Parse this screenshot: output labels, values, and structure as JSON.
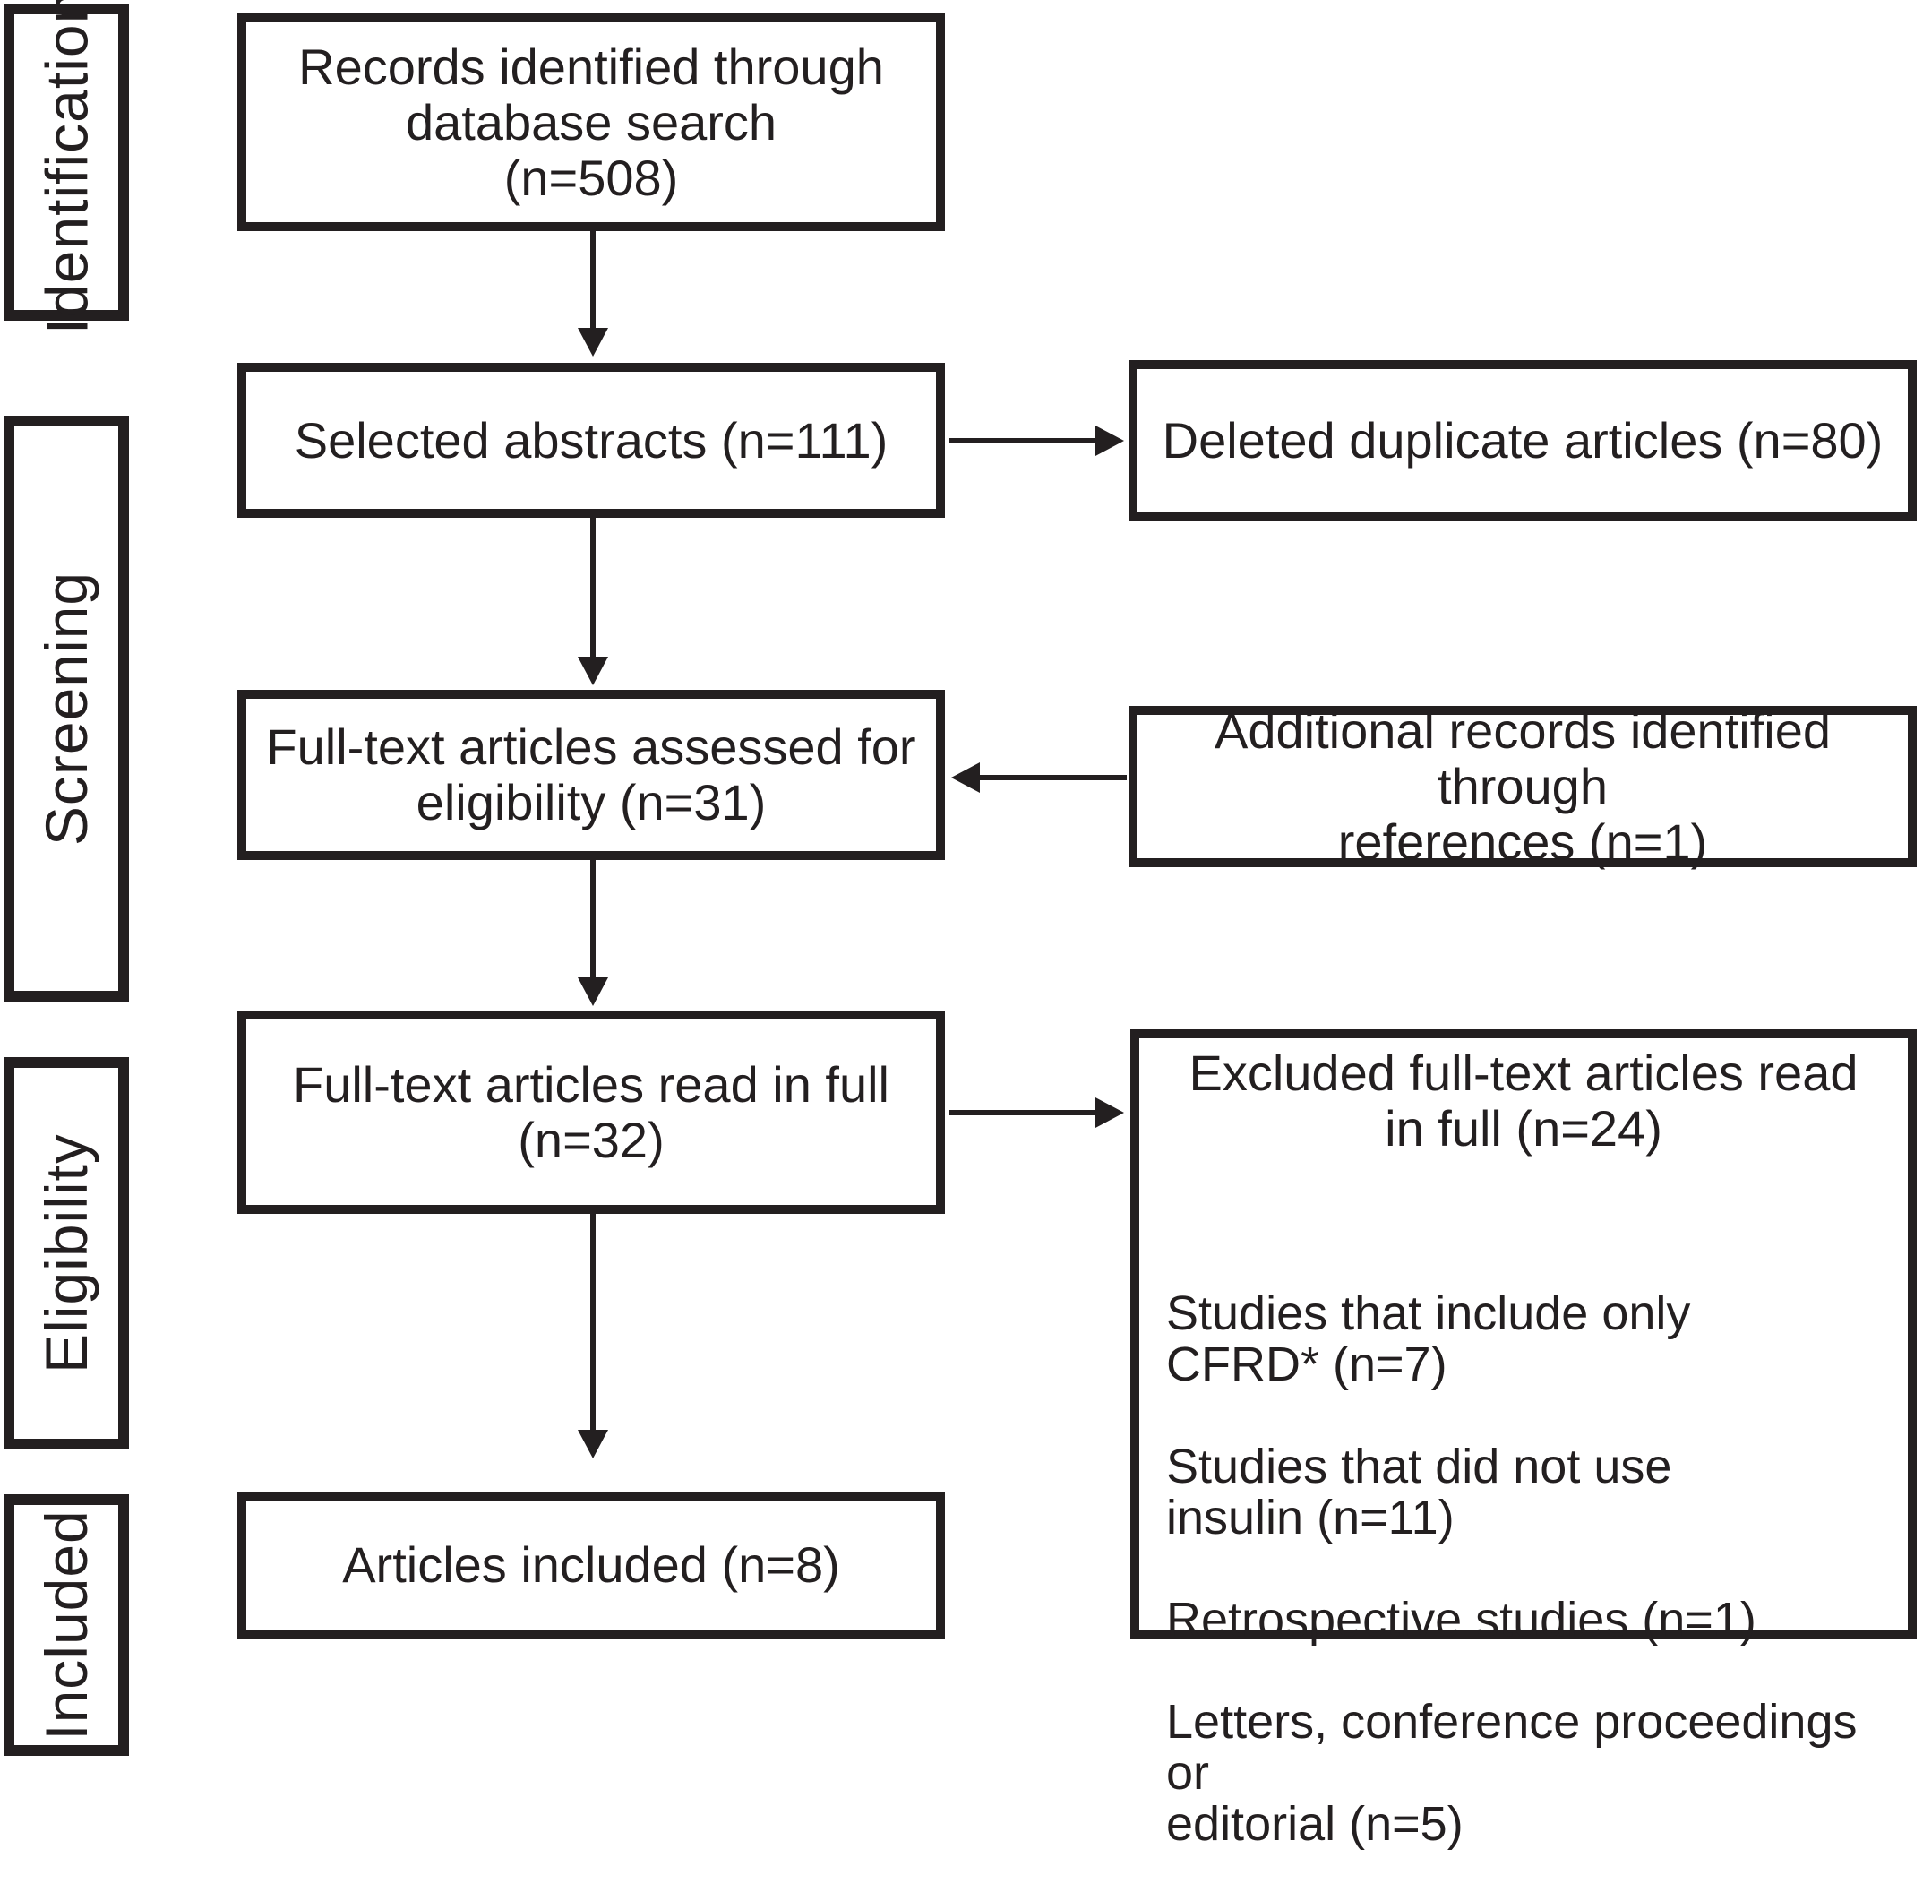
{
  "colors": {
    "ink": "#231f20",
    "background": "#ffffff"
  },
  "sidebar": {
    "stages": [
      {
        "label": "Identification"
      },
      {
        "label": "Screening"
      },
      {
        "label": "Eligibility"
      },
      {
        "label": "Included"
      }
    ]
  },
  "flow": {
    "main_boxes": [
      {
        "id": "records",
        "text": "Records identified through\ndatabase search\n(n=508)"
      },
      {
        "id": "abstracts",
        "text": "Selected abstracts (n=111)"
      },
      {
        "id": "fulltext-assessed",
        "text": "Full-text articles assessed for\neligibility (n=31)"
      },
      {
        "id": "fulltext-read",
        "text": "Full-text articles read in full (n=32)"
      },
      {
        "id": "articles-included",
        "text": "Articles included (n=8)"
      }
    ],
    "side_boxes": [
      {
        "id": "duplicates",
        "text": "Deleted duplicate articles (n=80)"
      },
      {
        "id": "additional",
        "text": "Additional records identified through\nreferences (n=1)"
      },
      {
        "id": "excluded",
        "heading": "Excluded full-text articles read\nin full (n=24)",
        "items": [
          "Studies that include only\nCFRD* (n=7)",
          "Studies that did not use\ninsulin (n=11)",
          "Retrospective studies (n=1)",
          "Letters, conference proceedings or\neditorial (n=5)"
        ]
      }
    ]
  }
}
